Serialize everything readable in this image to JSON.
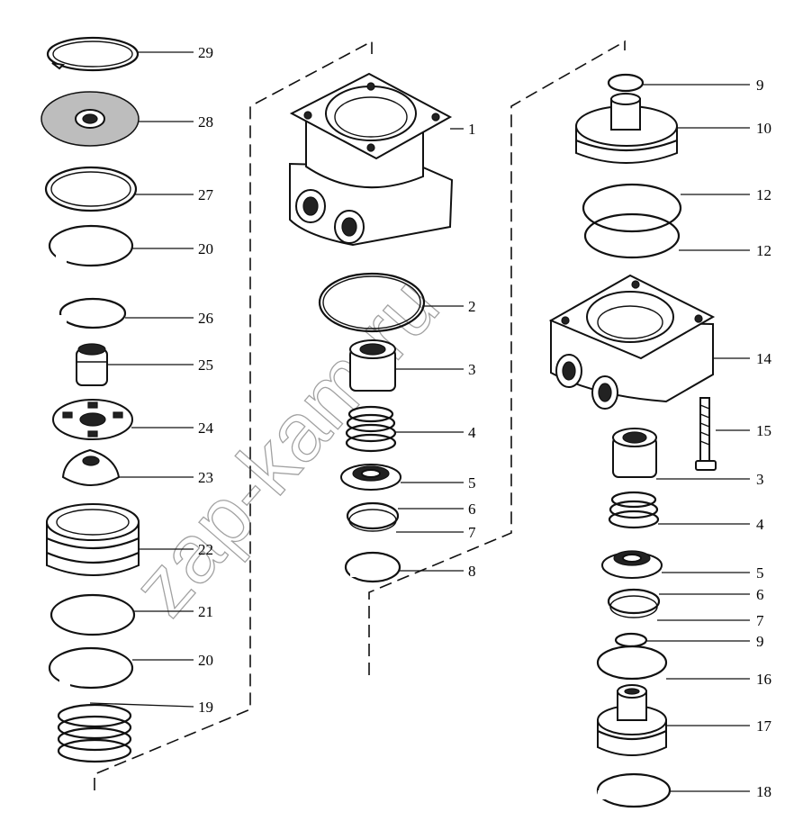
{
  "watermark": "zap-kam.ru",
  "callouts": {
    "c1": "1",
    "c2": "2",
    "c3": "3",
    "c4": "4",
    "c5": "5",
    "c6": "6",
    "c7": "7",
    "c8": "8",
    "c9": "9",
    "c10": "10",
    "c12": "12",
    "c14": "14",
    "c15": "15",
    "c16": "16",
    "c17": "17",
    "c18": "18",
    "c19": "19",
    "c20": "20",
    "c21": "21",
    "c22": "22",
    "c23": "23",
    "c24": "24",
    "c25": "25",
    "c26": "26",
    "c27": "27",
    "c28": "28",
    "c29": "29"
  }
}
